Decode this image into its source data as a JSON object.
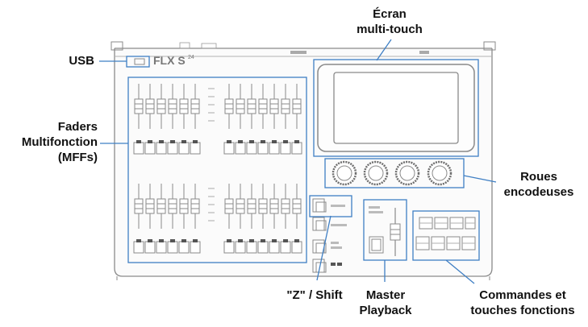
{
  "device": {
    "brand_text": "FLX S",
    "brand_superscript": "24",
    "colors": {
      "outline": "#8a8a8a",
      "highlight": "#3f7fc4",
      "text": "#111111",
      "body_fill": "#fbfbfb",
      "knob": "#6e6e6e"
    }
  },
  "callouts": {
    "screen": {
      "line1": "Écran",
      "line2": "multi-touch"
    },
    "usb": {
      "line1": "USB"
    },
    "faders": {
      "line1": "Faders",
      "line2": "Multifonction",
      "line3": "(MFFs)"
    },
    "encoders": {
      "line1": "Roues",
      "line2": "encodeuses"
    },
    "shift": {
      "line1": "\"Z\" / Shift"
    },
    "master": {
      "line1": "Master",
      "line2": "Playback"
    },
    "commands": {
      "line1": "Commandes et",
      "line2": "touches fonctions"
    }
  }
}
